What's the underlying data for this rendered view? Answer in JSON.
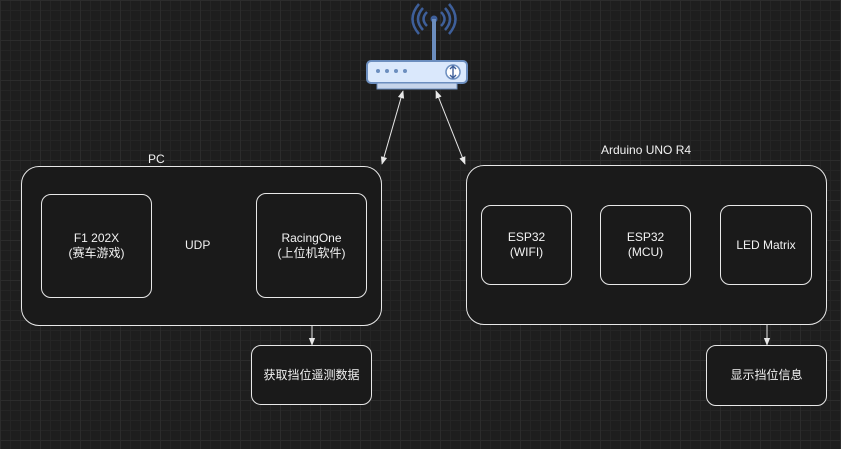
{
  "pc": {
    "title": "PC",
    "f1": {
      "line1": "F1 202X",
      "line2": "(赛车游戏)"
    },
    "racingone": {
      "line1": "RacingOne",
      "line2": "(上位机软件)"
    },
    "udp_label": "UDP",
    "telemetry": "获取挡位遥测数据"
  },
  "arduino": {
    "title": "Arduino UNO R4",
    "esp_wifi": {
      "line1": "ESP32",
      "line2": "(WIFI)"
    },
    "esp_mcu": {
      "line1": "ESP32",
      "line2": "(MCU)"
    },
    "led": {
      "line1": "LED Matrix"
    },
    "gear_display": "显示挡位信息"
  },
  "colors": {
    "background": "#1e1e1e",
    "stroke": "#e8e8e8",
    "router_fill": "#dae8fc",
    "router_stroke": "#6c8ebf"
  }
}
